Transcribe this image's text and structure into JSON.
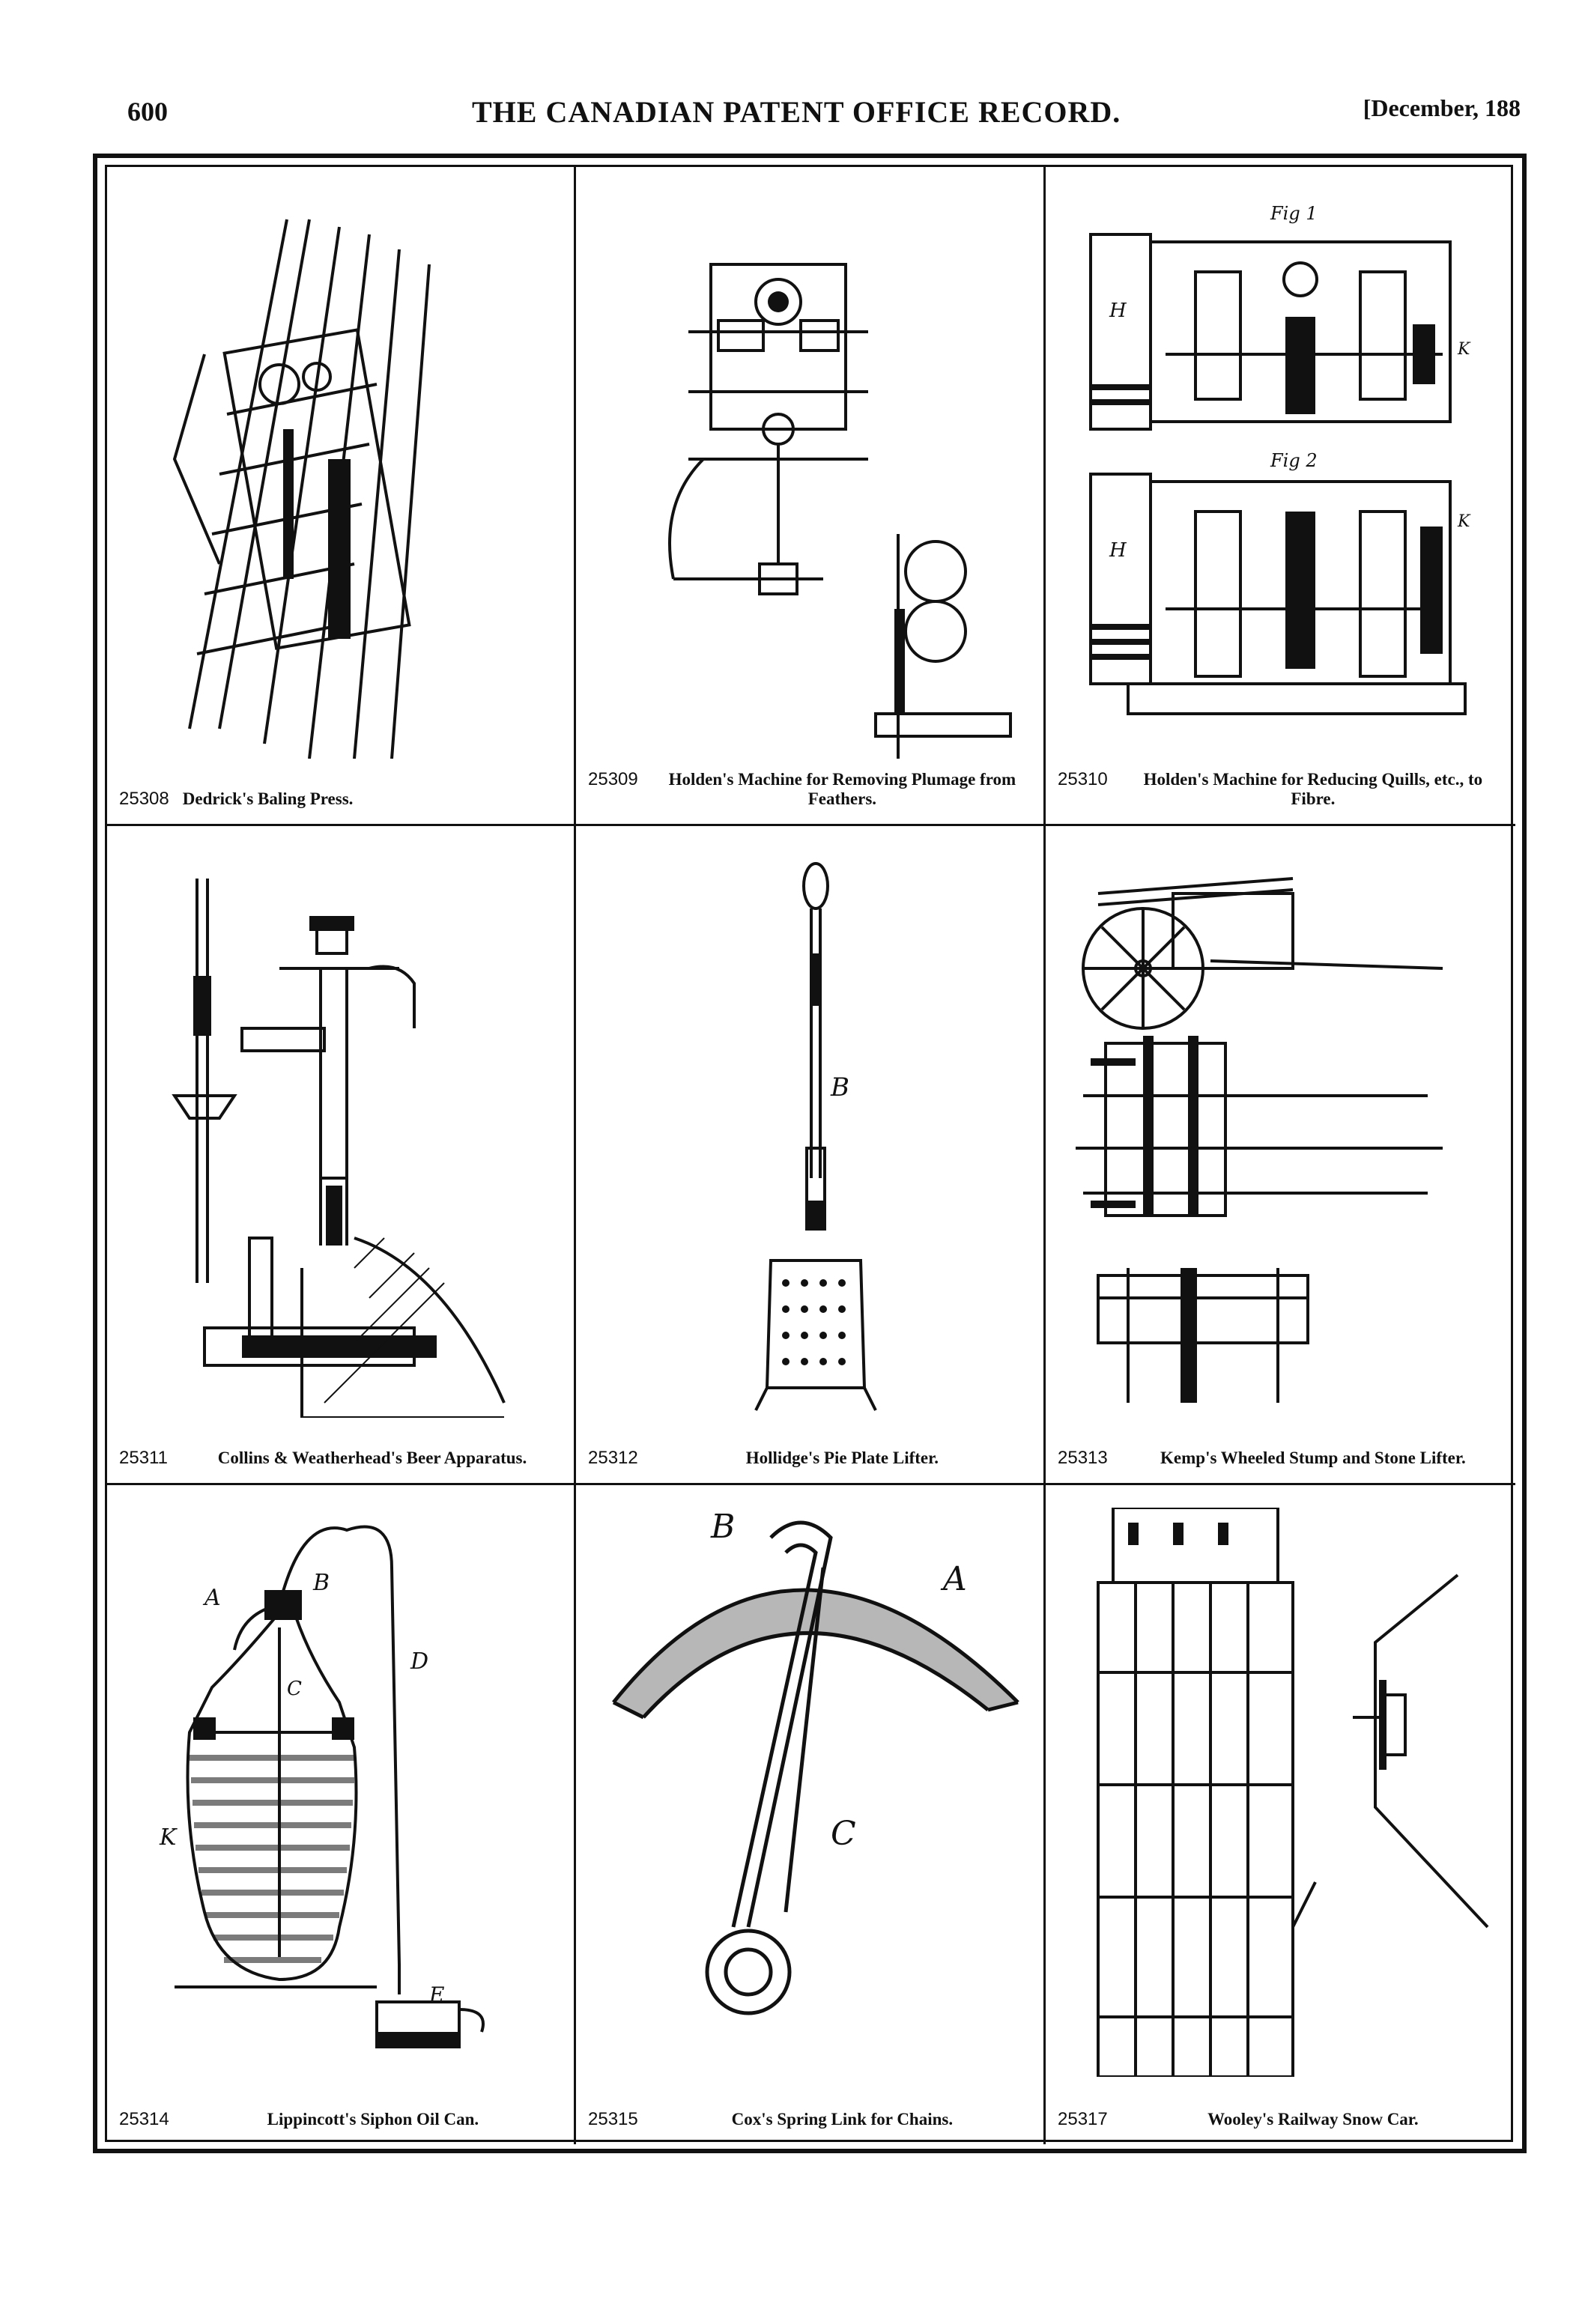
{
  "header": {
    "page_number": "600",
    "title": "THE CANADIAN PATENT OFFICE RECORD.",
    "date": "[December, 188"
  },
  "patents": [
    {
      "number": "25308",
      "caption": "Dedrick's Baling Press."
    },
    {
      "number": "25309",
      "caption": "Holden's Machine for Removing Plumage from Feathers."
    },
    {
      "number": "25310",
      "caption": "Holden's Machine for Reducing Quills, etc., to Fibre."
    },
    {
      "number": "25311",
      "caption": "Collins & Weatherhead's Beer Apparatus."
    },
    {
      "number": "25312",
      "caption": "Hollidge's Pie Plate Lifter."
    },
    {
      "number": "25313",
      "caption": "Kemp's Wheeled Stump and Stone Lifter."
    },
    {
      "number": "25314",
      "caption": "Lippincott's Siphon Oil Can."
    },
    {
      "number": "25315",
      "caption": "Cox's Spring Link for Chains."
    },
    {
      "number": "25317",
      "caption": "Wooley's Railway Snow Car."
    }
  ],
  "figure_labels": {
    "p25310": [
      "Fig 1",
      "Fig 2",
      "H",
      "H",
      "K",
      "K"
    ],
    "p25312": [
      "B"
    ],
    "p25314": [
      "A",
      "B",
      "C",
      "D",
      "E",
      "K"
    ],
    "p25315": [
      "A",
      "B",
      "C"
    ]
  }
}
